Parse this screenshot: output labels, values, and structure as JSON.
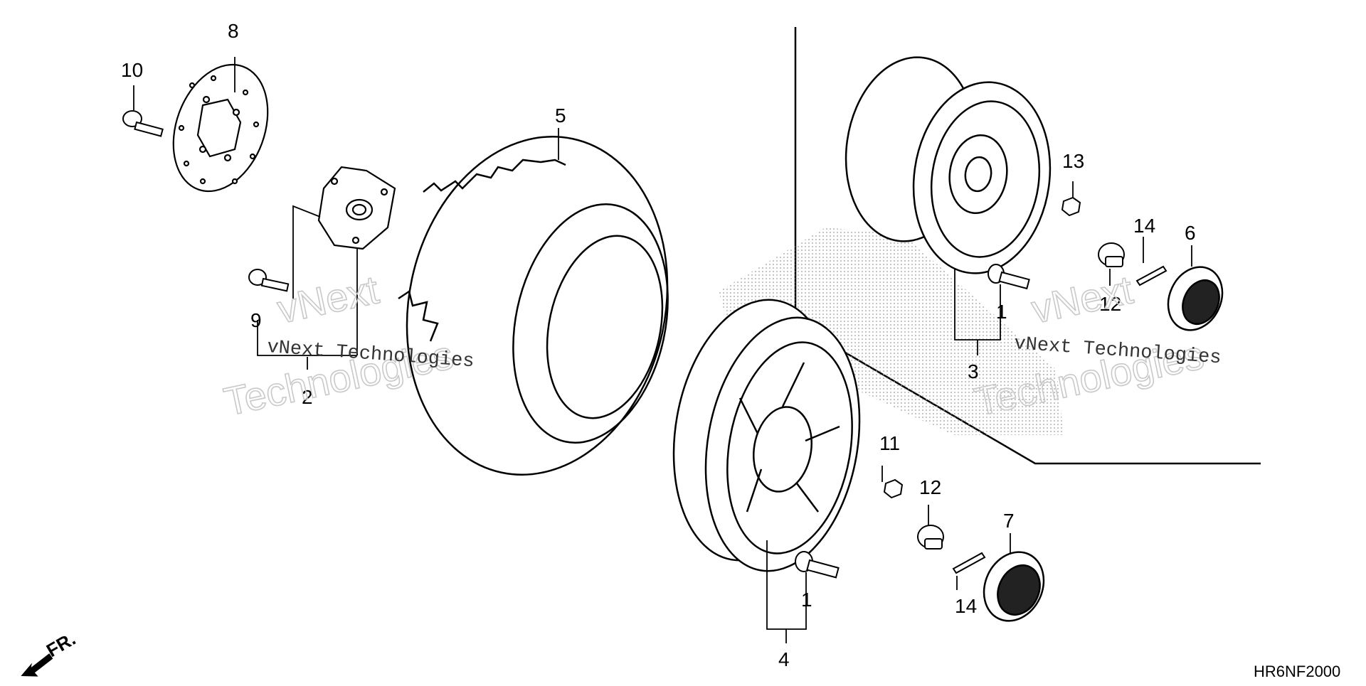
{
  "diagram": {
    "callouts": [
      "1",
      "1",
      "2",
      "3",
      "4",
      "5",
      "6",
      "7",
      "8",
      "9",
      "10",
      "11",
      "12",
      "12",
      "13",
      "14",
      "14"
    ],
    "watermarks": [
      {
        "line1": "vNext",
        "line2": "Technologies",
        "caption": "vNext Technologies"
      },
      {
        "line1": "vNext",
        "line2": "Technologies",
        "caption": "vNext Technologies"
      }
    ],
    "drawing_code": "HR6NF2000",
    "direction_label": "FR."
  },
  "colors": {
    "line": "#000000",
    "watermark": "#c9c9c9",
    "background": "#ffffff"
  }
}
